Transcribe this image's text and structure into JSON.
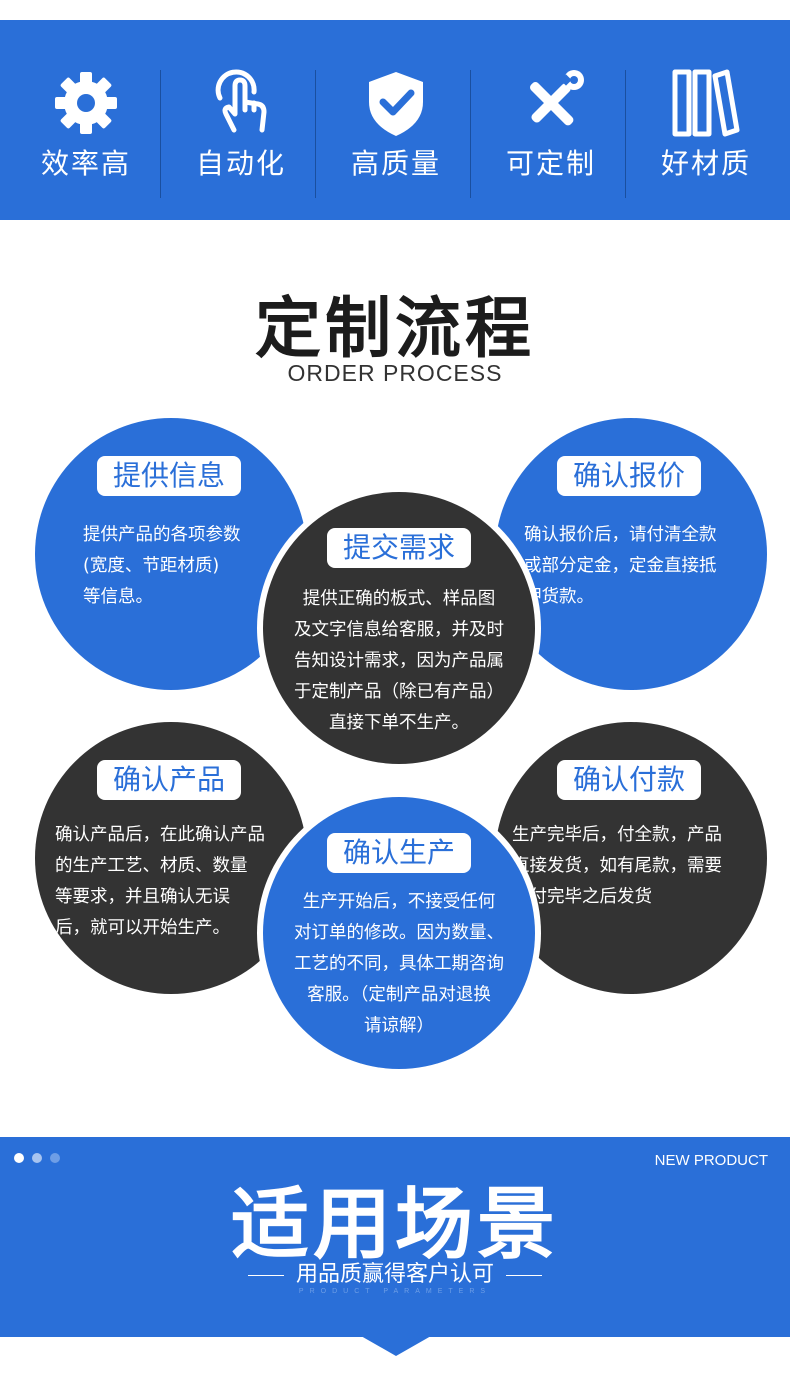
{
  "features": [
    {
      "label": "效率高",
      "icon": "gear-icon"
    },
    {
      "label": "自动化",
      "icon": "touch-hand-icon"
    },
    {
      "label": "高质量",
      "icon": "shield-check-icon"
    },
    {
      "label": "可定制",
      "icon": "tools-icon"
    },
    {
      "label": "好材质",
      "icon": "books-icon"
    }
  ],
  "process": {
    "title": "定制流程",
    "subtitle": "ORDER PROCESS",
    "steps": [
      {
        "title": "提供信息",
        "lines": [
          "提供产品的各项参数",
          "(宽度、节距材质)",
          "等信息。"
        ]
      },
      {
        "title": "提交需求",
        "lines": [
          "提供正确的板式、样品图",
          "及文字信息给客服，并及时",
          "告知设计需求，因为产品属",
          "于定制产品（除已有产品）",
          "直接下单不生产。"
        ]
      },
      {
        "title": "确认报价",
        "lines": [
          "确认报价后，请付清全款",
          "或部分定金，定金直接抵",
          "押货款。"
        ]
      },
      {
        "title": "确认产品",
        "lines": [
          "确认产品后，在此确认产品",
          "的生产工艺、材质、数量",
          "等要求，并且确认无误",
          "后，就可以开始生产。"
        ]
      },
      {
        "title": "确认生产",
        "lines": [
          "生产开始后，不接受任何",
          "对订单的修改。因为数量、",
          "工艺的不同，具体工期咨询",
          "客服。（定制产品对退换",
          "请谅解）"
        ]
      },
      {
        "title": "确认付款",
        "lines": [
          "生产完毕后，付全款，产品",
          "直接发货，如有尾款，需要",
          "支付完毕之后发货"
        ]
      }
    ]
  },
  "scenes": {
    "tag": "NEW PRODUCT",
    "title": "适用场景",
    "subtitle": "用品质赢得客户认可",
    "small": "PRODUCT PARAMETERS",
    "colors": {
      "band": "#2a6fd8",
      "dark": "#333333"
    }
  }
}
